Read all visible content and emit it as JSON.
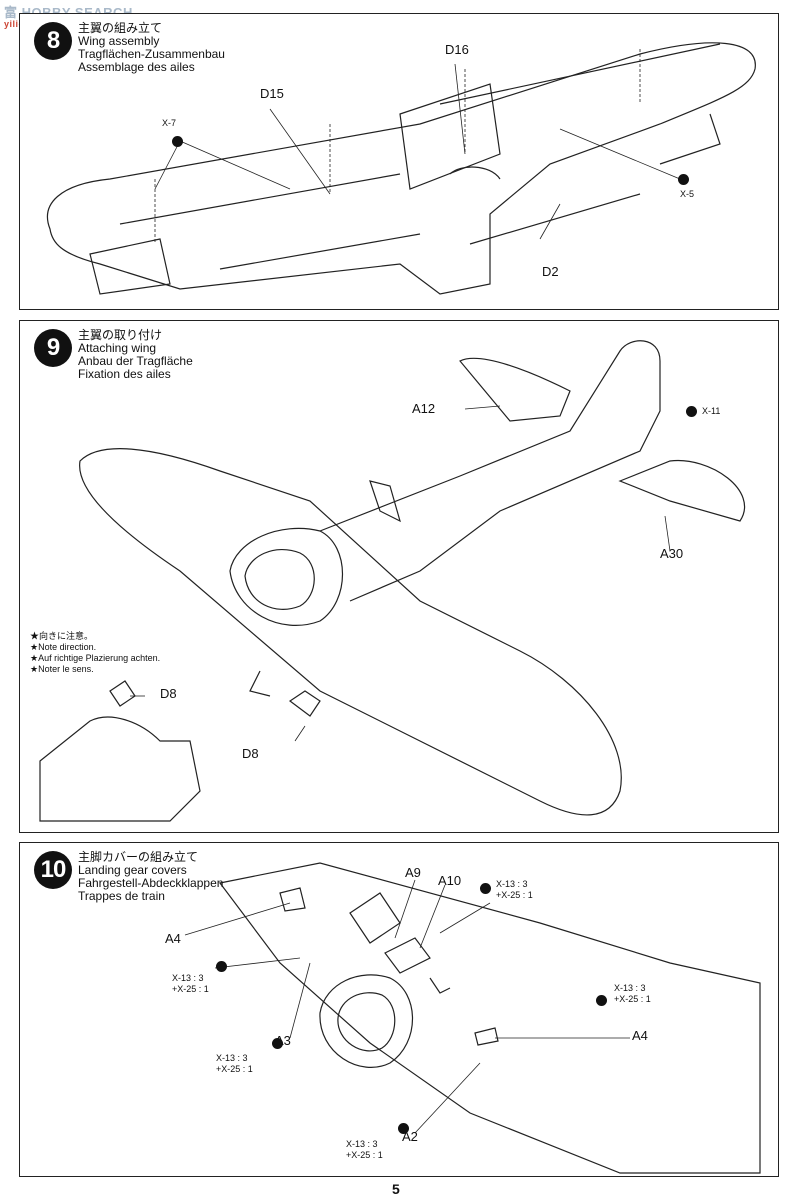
{
  "watermark": {
    "text": "富 HOBBY SEARCH",
    "sub": "yilionnet"
  },
  "step8": {
    "number": "8",
    "title_jp": "主翼の組み立て",
    "title_en": "Wing assembly",
    "title_de": "Tragflächen-Zusammenbau",
    "title_fr": "Assemblage des ailes",
    "labels": {
      "x7": "X-7",
      "d15": "D15",
      "d16": "D16",
      "x5": "X-5",
      "d2": "D2"
    }
  },
  "step9": {
    "number": "9",
    "title_jp": "主翼の取り付け",
    "title_en": "Attaching wing",
    "title_de": "Anbau der Tragfläche",
    "title_fr": "Fixation des ailes",
    "labels": {
      "a12": "A12",
      "x11": "X-11",
      "a30": "A30",
      "d8_top": "D8",
      "d8_bottom": "D8"
    },
    "notes": [
      "★向きに注意。",
      "★Note direction.",
      "★Auf richtige Plazierung achten.",
      "★Noter le sens."
    ]
  },
  "step10": {
    "number": "10",
    "title_jp": "主脚カバーの組み立て",
    "title_en": "Landing gear covers",
    "title_de": "Fahrgestell-Abdeckklappen",
    "title_fr": "Trappes de train",
    "labels": {
      "a9": "A9",
      "a10": "A10",
      "a4_left": "A4",
      "a4_right": "A4",
      "a3": "A3",
      "a2": "A2"
    },
    "screw_ratio_a": "X-13 : 3",
    "screw_ratio_b": "+X-25 : 1"
  },
  "page": {
    "number": "5"
  }
}
